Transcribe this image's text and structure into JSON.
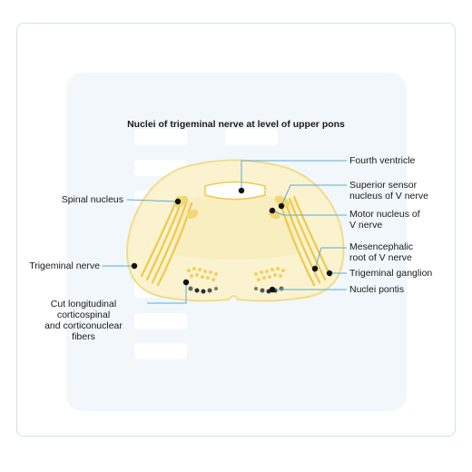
{
  "title": "Nuclei of trigeminal nerve at level of upper pons",
  "labels": {
    "fourth_ventricle": "Fourth ventricle",
    "superior_sensor_1": "Superior sensor",
    "superior_sensor_2": "nucleus of V nerve",
    "motor_1": "Motor nucleus of",
    "motor_2": "V nerve",
    "mesencephalic_1": "Mesencephalic",
    "mesencephalic_2": "root of V nerve",
    "trigeminal_ganglion": "Trigeminal ganglion",
    "nuclei_pontis": "Nuclei pontis",
    "spinal_nucleus": "Spinal nucleus",
    "trigeminal_nerve": "Trigeminal nerve",
    "cut_fibers_1": "Cut longitudinal",
    "cut_fibers_2": "corticospinal",
    "cut_fibers_3": "and corticonuclear",
    "cut_fibers_4": "fibers"
  },
  "colors": {
    "pons_fill": "#fbf3cf",
    "pons_outline": "#f0dc8c",
    "nerve": "#efc84a",
    "leader": "#5aaed6",
    "dot": "#111111"
  }
}
